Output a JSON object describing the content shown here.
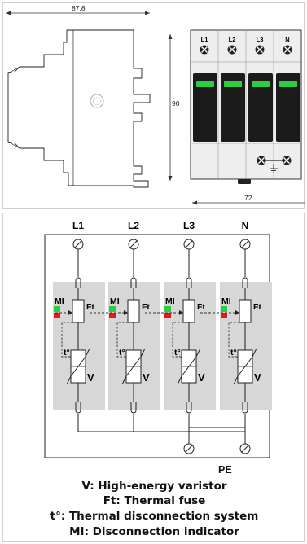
{
  "dimensions": {
    "width_label": "87.8",
    "height_label": "90",
    "depth_label": "72"
  },
  "front_view": {
    "terminals": [
      "L1",
      "L2",
      "L3",
      "N"
    ],
    "indicator_color": "#2ecc40",
    "module_color": "#1b1b1b",
    "housing_color": "#e6e6e6",
    "ground_symbol": "⏚"
  },
  "schematic": {
    "lines": [
      "L1",
      "L2",
      "L3",
      "N"
    ],
    "module_labels": {
      "indicator": "MI",
      "fuse": "Ft",
      "thermal": "t°",
      "varistor": "V"
    },
    "pe_label": "PE",
    "colors": {
      "module_bg": "#d7d7d7",
      "indicator_green": "#2ecc40",
      "indicator_red": "#e0191b"
    }
  },
  "legend": [
    "V: High-energy varistor",
    "Ft: Thermal fuse",
    "t°: Thermal disconnection system",
    "MI: Disconnection indicator"
  ]
}
